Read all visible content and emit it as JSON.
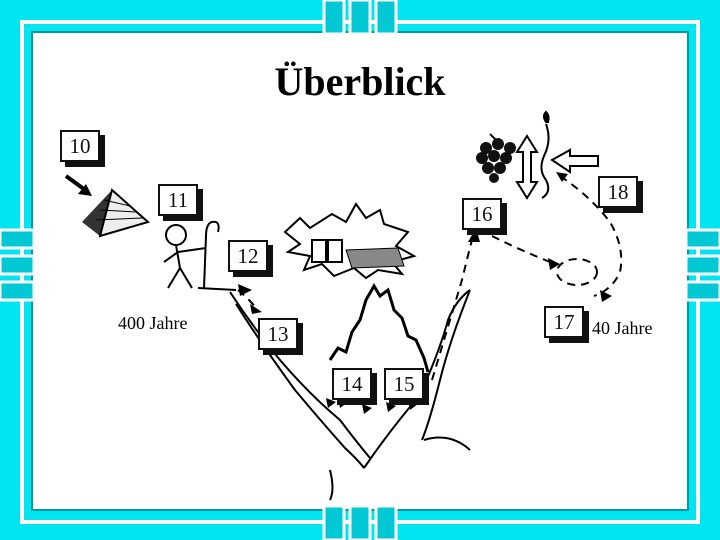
{
  "slide": {
    "title": "Überblick",
    "frame_color": "#00e5f0",
    "panel_color": "#ffffff"
  },
  "boxes": [
    {
      "id": "10",
      "label": "10"
    },
    {
      "id": "11",
      "label": "11"
    },
    {
      "id": "12",
      "label": "12"
    },
    {
      "id": "13",
      "label": "13"
    },
    {
      "id": "14",
      "label": "14"
    },
    {
      "id": "15",
      "label": "15"
    },
    {
      "id": "16",
      "label": "16"
    },
    {
      "id": "17",
      "label": "17"
    },
    {
      "id": "18",
      "label": "18"
    }
  ],
  "labels": {
    "left_duration": "400 Jahre",
    "right_duration": "40 Jahre"
  }
}
